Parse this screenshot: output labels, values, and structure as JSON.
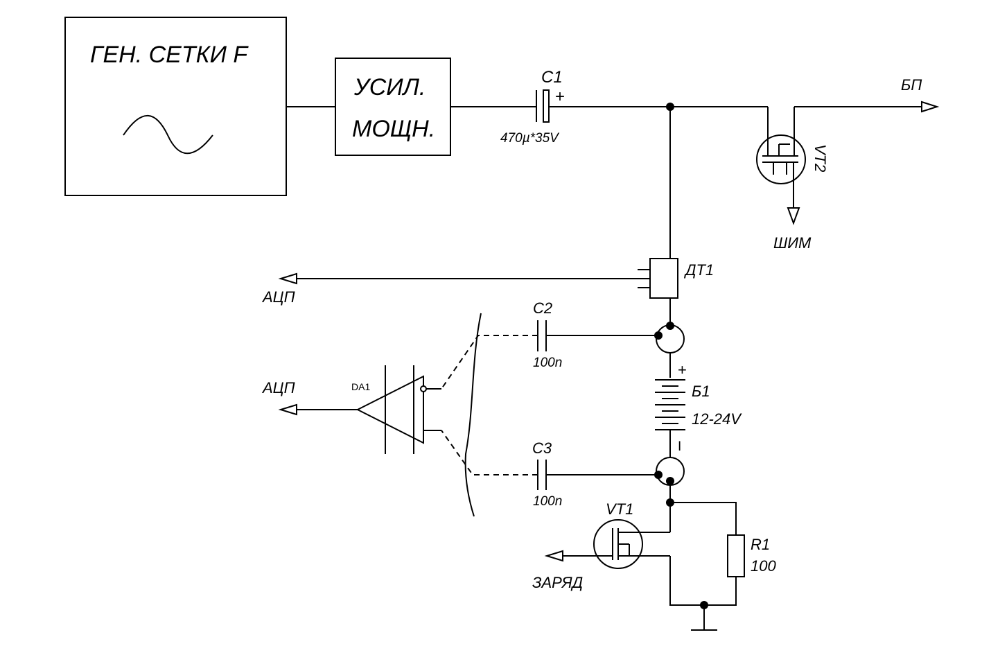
{
  "generator": {
    "title": "ГЕН. СЕТКИ F",
    "icon": "sine-wave-icon"
  },
  "amplifier": {
    "line1": "УСИЛ.",
    "line2": "МОЩН."
  },
  "capacitors": {
    "c1": {
      "name": "C1",
      "value": "470µ*35V",
      "polarity": "+"
    },
    "c2": {
      "name": "C2",
      "value": "100n"
    },
    "c3": {
      "name": "C3",
      "value": "100n"
    }
  },
  "transistors": {
    "vt1": {
      "name": "VT1"
    },
    "vt2": {
      "name": "VT2"
    }
  },
  "current_sensor": {
    "name": "ДТ1"
  },
  "battery": {
    "name": "Б1",
    "voltage": "12-24V",
    "plus": "+",
    "minus": "I"
  },
  "opamp": {
    "name": "DA1"
  },
  "resistor": {
    "name": "R1",
    "value": "100"
  },
  "ports": {
    "psu": "БП",
    "pwm": "ШИМ",
    "adc_top": "АЦП",
    "adc_bottom": "АЦП",
    "charge": "ЗАРЯД"
  }
}
